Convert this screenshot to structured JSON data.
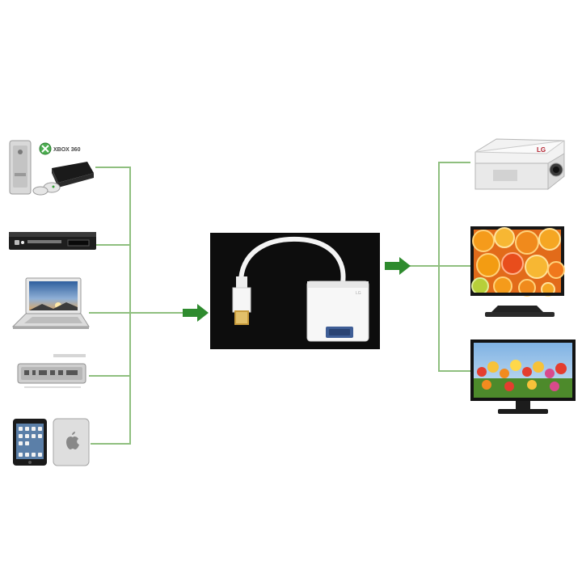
{
  "colors": {
    "connector_line": "#8fbf7f",
    "arrow": "#2e8b2e",
    "adapter_background": "#0d0d0d",
    "cable_white": "#f4f4f4"
  },
  "sources": [
    {
      "id": "xbox-360",
      "icon": "game-console-icon",
      "badge": "XBOX 360"
    },
    {
      "id": "dvd-player",
      "icon": "dvd-player-icon"
    },
    {
      "id": "laptop",
      "icon": "laptop-icon"
    },
    {
      "id": "mac-mini",
      "icon": "desktop-box-icon"
    },
    {
      "id": "ipad",
      "icon": "tablet-icon"
    }
  ],
  "adapter": {
    "icon": "hdmi-to-vga-adapter-icon",
    "logo": "LG"
  },
  "displays": [
    {
      "id": "projector",
      "icon": "projector-icon",
      "brand": "LG"
    },
    {
      "id": "tv",
      "icon": "tv-icon"
    },
    {
      "id": "monitor",
      "icon": "monitor-icon"
    }
  ]
}
